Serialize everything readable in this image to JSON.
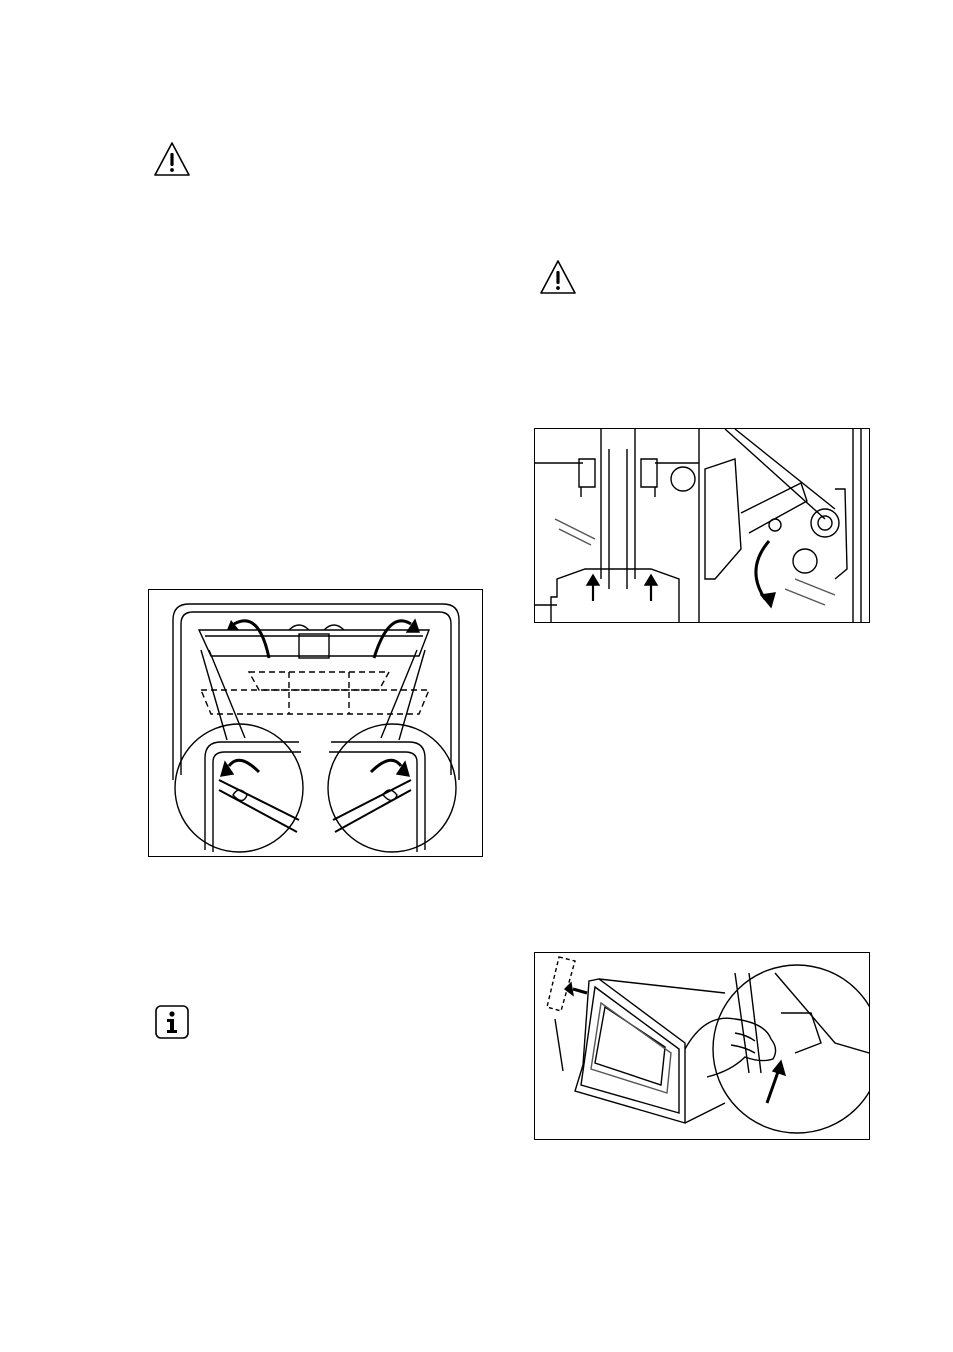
{
  "icons": {
    "warning_1": "warning-icon",
    "warning_2": "warning-icon",
    "info_1": "info-icon"
  },
  "figures": {
    "shelf_supports": "shelf-support-removal-illustration",
    "door_hinge": "door-hinge-illustration",
    "door_panel": "door-panel-removal-illustration"
  },
  "colors": {
    "ink": "#000000",
    "paper": "#ffffff",
    "hatch": "#555555"
  }
}
